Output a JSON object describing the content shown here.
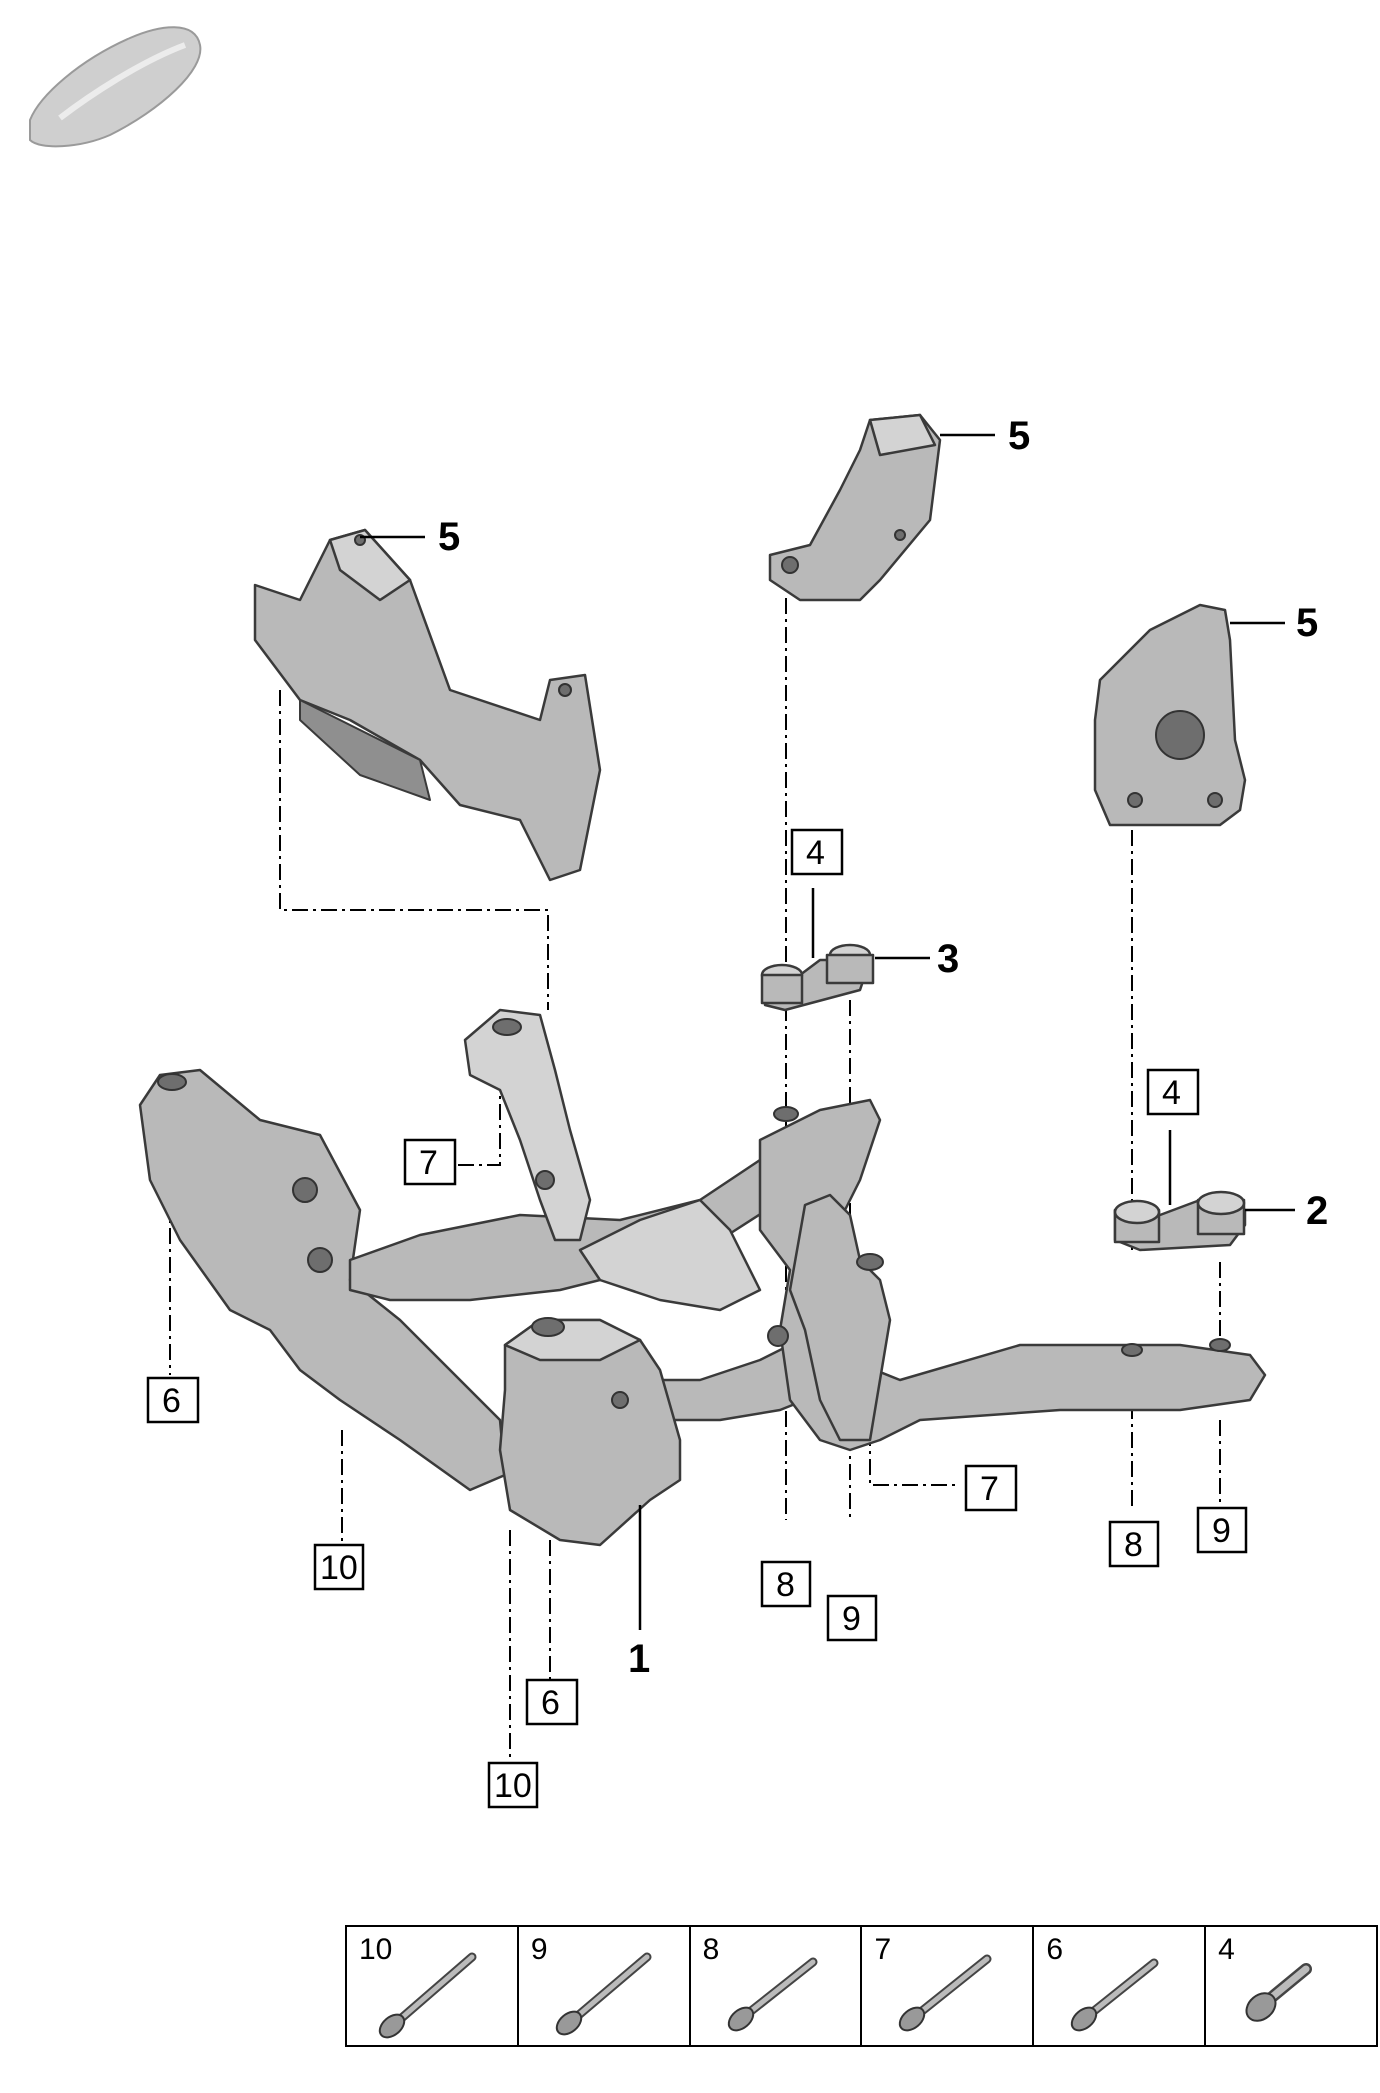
{
  "callouts": {
    "c1": "1",
    "c2": "2",
    "c3": "3",
    "c5a": "5",
    "c5b": "5",
    "c5c": "5"
  },
  "boxed_labels": {
    "b4a": "4",
    "b4b": "4",
    "b6a": "6",
    "b6b": "6",
    "b7a": "7",
    "b7b": "7",
    "b8a": "8",
    "b8b": "8",
    "b9a": "9",
    "b9b": "9",
    "b10a": "10",
    "b10b": "10"
  },
  "fastener_table": [
    {
      "label": "10",
      "icon": "long-flange-bolt-icon"
    },
    {
      "label": "9",
      "icon": "long-flange-bolt-icon"
    },
    {
      "label": "8",
      "icon": "flange-bolt-icon"
    },
    {
      "label": "7",
      "icon": "flange-bolt-icon"
    },
    {
      "label": "6",
      "icon": "flange-bolt-icon"
    },
    {
      "label": "4",
      "icon": "short-bolt-icon"
    }
  ],
  "colors": {
    "part_fill": "#b9b9b9",
    "line": "#000000"
  }
}
